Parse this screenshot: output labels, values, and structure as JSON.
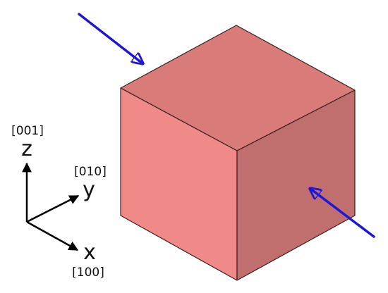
{
  "axes": {
    "z": {
      "letter": "z",
      "index": "[001]"
    },
    "y": {
      "letter": "y",
      "index": "[010]"
    },
    "x": {
      "letter": "x",
      "index": "[100]"
    }
  },
  "colors": {
    "cube_top": "#d97b79",
    "cube_left": "#f08a89",
    "cube_right": "#c06e6e",
    "cube_edge": "#3a2020",
    "load_arrow": "#1f17d6",
    "axis": "#000000"
  }
}
